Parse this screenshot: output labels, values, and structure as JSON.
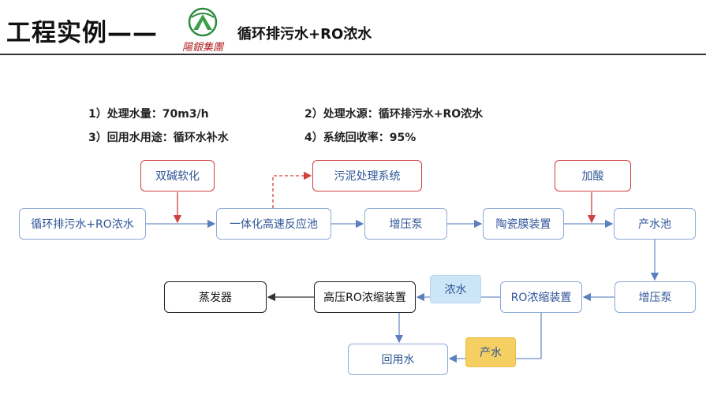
{
  "header": {
    "title": "工程实例——",
    "logo_text": "陽銀集團",
    "subtitle": "循环排污水+RO浓水"
  },
  "info": {
    "item1": "1）处理水量：70m3/h",
    "item2": "2）处理水源：循环排污水+RO浓水",
    "item3": "3）回用水用途：循环水补水",
    "item4": "4）系统回收率：95%"
  },
  "nodes": {
    "source": "循环排污水+RO浓水",
    "softening": "双碱软化",
    "reactor": "一体化高速反应池",
    "sludge": "污泥处理系统",
    "booster1": "增压泵",
    "ceramic": "陶瓷膜装置",
    "acid": "加酸",
    "product_tank": "产水池",
    "booster2": "增压泵",
    "ro_concentrator": "RO浓缩装置",
    "hp_ro": "高压RO浓缩装置",
    "evaporator": "蒸发器",
    "reuse": "回用水"
  },
  "tags": {
    "concentrate": "浓水",
    "permeate": "产水"
  },
  "colors": {
    "flow_line": "#8eaad6",
    "dosing_border": "#d04040",
    "end_border": "#222222",
    "concentrate_tag": "#cde6f7",
    "permeate_tag": "#f6cf62"
  }
}
